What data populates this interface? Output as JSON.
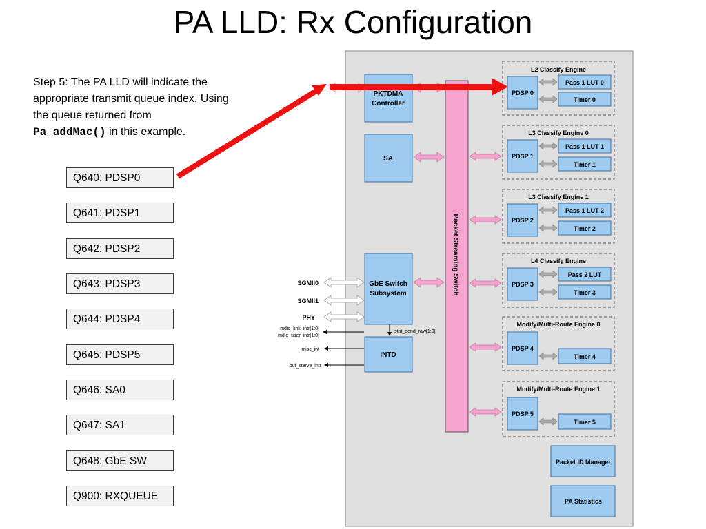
{
  "slide": {
    "title": "PA LLD: Rx Configuration",
    "step_line1": "Step 5: The PA LLD will indicate the",
    "step_line2": "appropriate transmit queue index. Using",
    "step_line3": "the queue returned from",
    "step_code": "Pa_addMac()",
    "step_line4_rest": " in this example."
  },
  "queues": [
    "Q640: PDSP0",
    "Q641: PDSP1",
    "Q642: PDSP2",
    "Q643: PDSP3",
    "Q644: PDSP4",
    "Q645: PDSP5",
    "Q646: SA0",
    "Q647: SA1",
    "Q648: GbE SW",
    "Q900: RXQUEUE"
  ],
  "diagram": {
    "pktdma_line1": "PKTDMA",
    "pktdma_line2": "Controller",
    "sa": "SA",
    "gbe_line1": "GbE Switch",
    "gbe_line2": "Subsystem",
    "intd": "INTD",
    "pss": "Packet Streaming Switch",
    "sgmii0": "SGMII0",
    "sgmii1": "SGMII1",
    "phy": "PHY",
    "mdio_link": "mdio_link_intr[1:0]",
    "mdio_user": "mdio_user_intr[1:0]",
    "stat_pend": "stat_pend_raw[1:0]",
    "misc_int": "misc_int",
    "buf_starve": "buf_starve_intr",
    "packet_id_line1": "Packet ID Manager",
    "pa_stats": "PA Statistics",
    "engines": [
      {
        "title": "L2 Classify Engine",
        "pdsp": "PDSP 0",
        "box1": "Pass 1 LUT 0",
        "box2": "Timer 0"
      },
      {
        "title": "L3 Classify Engine 0",
        "pdsp": "PDSP 1",
        "box1": "Pass 1 LUT 1",
        "box2": "Timer 1"
      },
      {
        "title": "L3 Classify Engine 1",
        "pdsp": "PDSP 2",
        "box1": "Pass 1 LUT 2",
        "box2": "Timer 2"
      },
      {
        "title": "L4 Classify Engine",
        "pdsp": "PDSP 3",
        "box1": "Pass 2 LUT",
        "box2": "Timer 3"
      },
      {
        "title": "Modify/Multi-Route Engine 0",
        "pdsp": "PDSP 4",
        "box1": "",
        "box2": "Timer 4"
      },
      {
        "title": "Modify/Multi-Route Engine 1",
        "pdsp": "PDSP 5",
        "box1": "",
        "box2": "Timer 5"
      }
    ]
  },
  "colors": {
    "block_fill": "#9ecbf0",
    "block_stroke": "#3d6ea0",
    "pink": "#f5a3cf",
    "gray_panel": "#e0e0e0",
    "callout_red": "#ee1111"
  }
}
